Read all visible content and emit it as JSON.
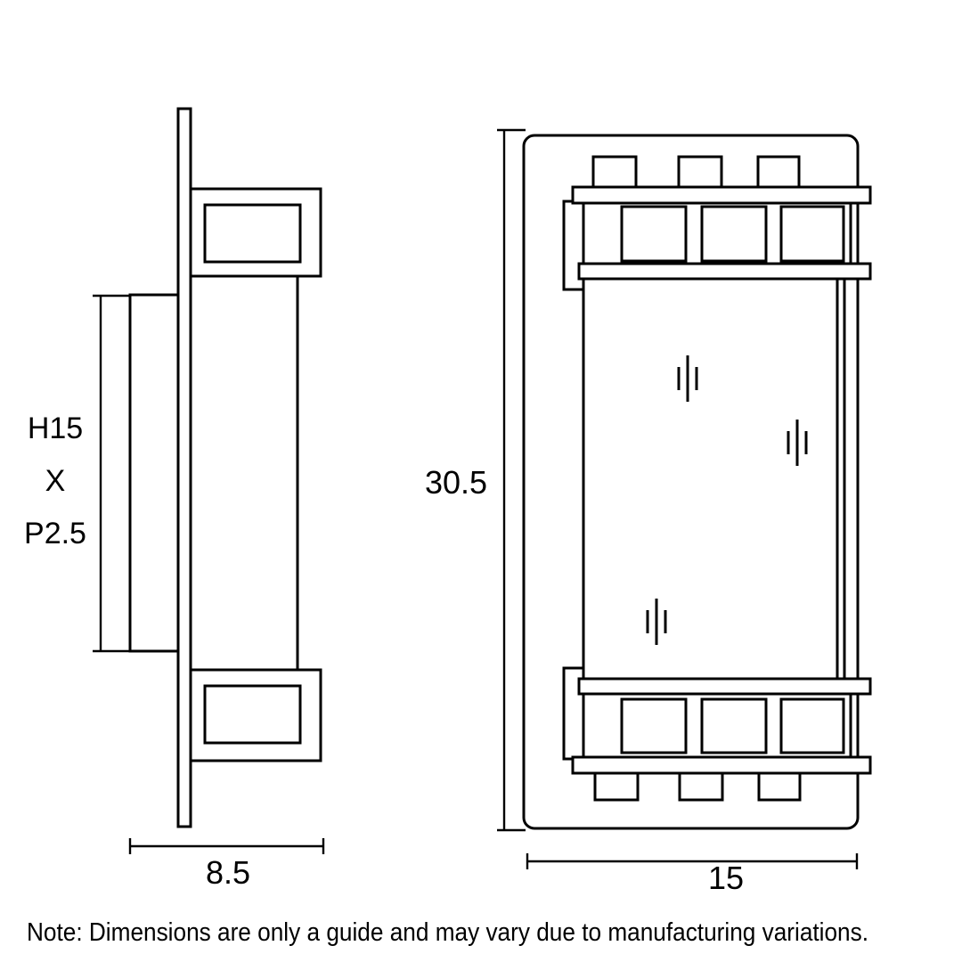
{
  "page": {
    "background": "#ffffff",
    "line_color": "#000000"
  },
  "side_view": {
    "dim_height": {
      "line1": "H15",
      "line2": "X",
      "line3": "P2.5"
    },
    "dim_width": "8.5"
  },
  "front_view": {
    "dim_height": "30.5",
    "dim_width": "15"
  },
  "note": "Note: Dimensions are only a guide and may vary due to manufacturing variations."
}
